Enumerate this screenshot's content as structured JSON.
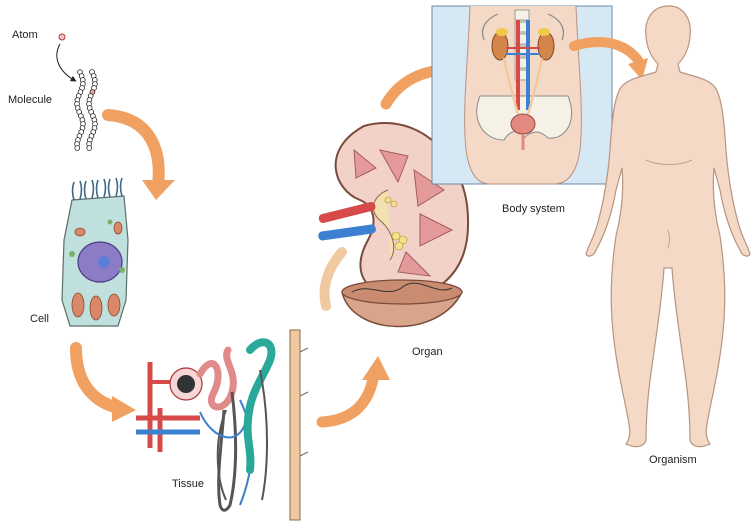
{
  "labels": {
    "atom": "Atom",
    "molecule": "Molecule",
    "cell": "Cell",
    "tissue": "Tissue",
    "organ": "Organ",
    "body_system": "Body system",
    "organism": "Organism"
  },
  "colors": {
    "arrow": "#f0a060",
    "skin": "#f4d9c6",
    "skin_outline": "#b89480",
    "kidney_cortex": "#f1d1c8",
    "kidney_medulla": "#e49a9a",
    "artery": "#d64a4a",
    "vein": "#3d7fd0",
    "tubule": "#e08a8a",
    "collecting_duct": "#2aa99a",
    "cell_cytoplasm": "#bfe0dc",
    "nucleus": "#8c7bc6",
    "body_system_bg": "#d7e8f5"
  }
}
